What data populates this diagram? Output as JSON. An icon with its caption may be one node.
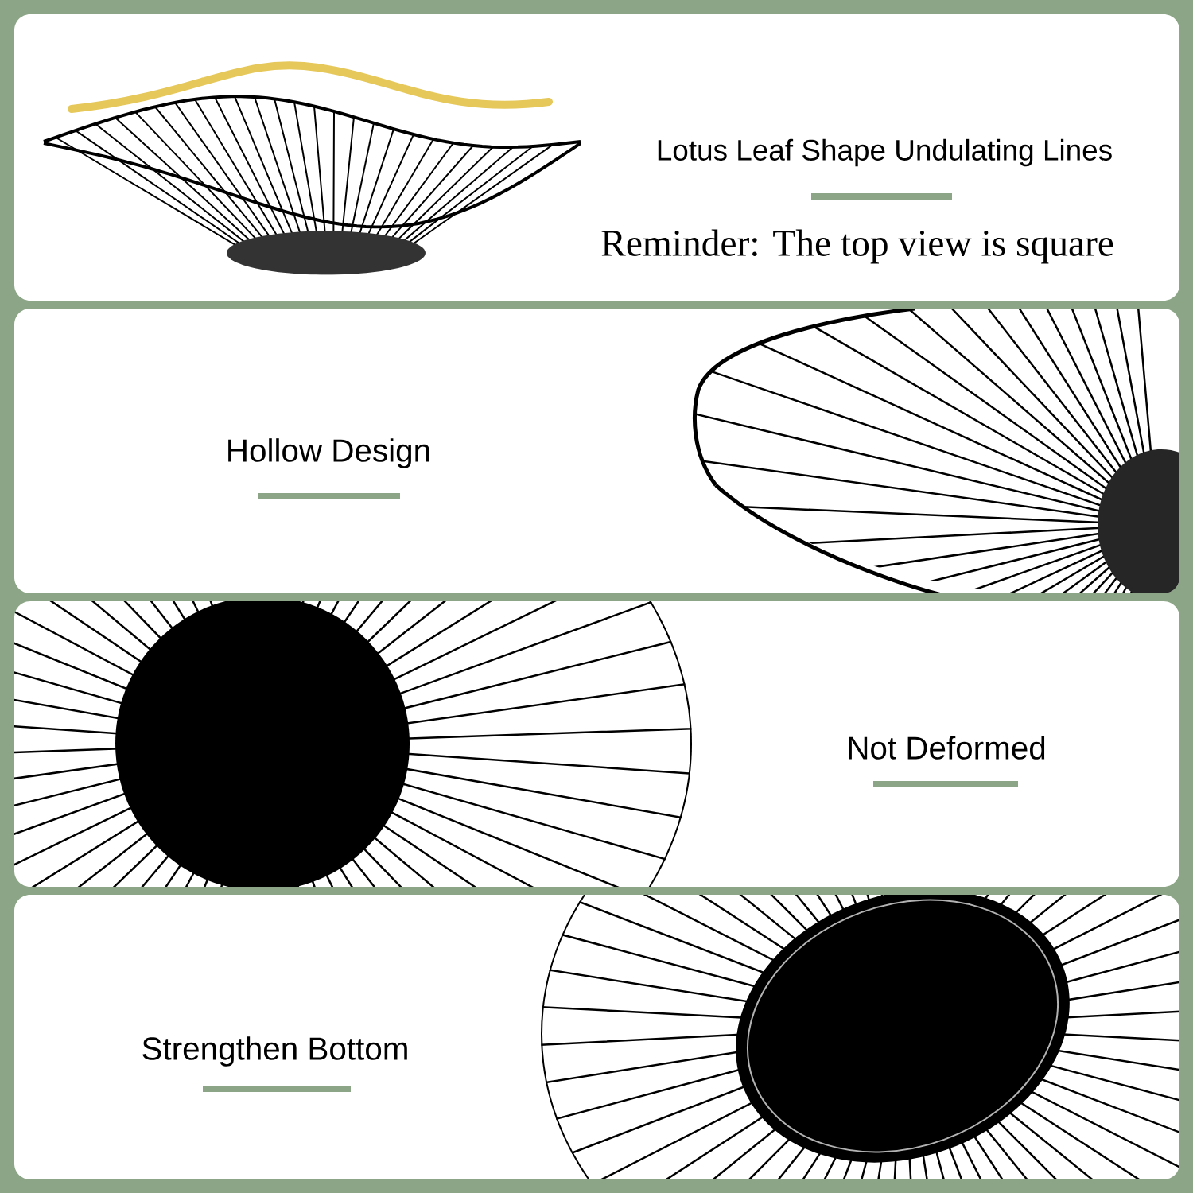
{
  "diagram": {
    "nodes": [
      {
        "text": [
          "Lotus Leaf Shape Undulating Lines",
          "Reminder: The top view is square"
        ]
      },
      {
        "text": [
          "Hollow Design"
        ]
      },
      {
        "text": [
          "Not Deformed"
        ]
      },
      {
        "text": [
          "Strengthen Bottom"
        ]
      }
    ]
  }
}
